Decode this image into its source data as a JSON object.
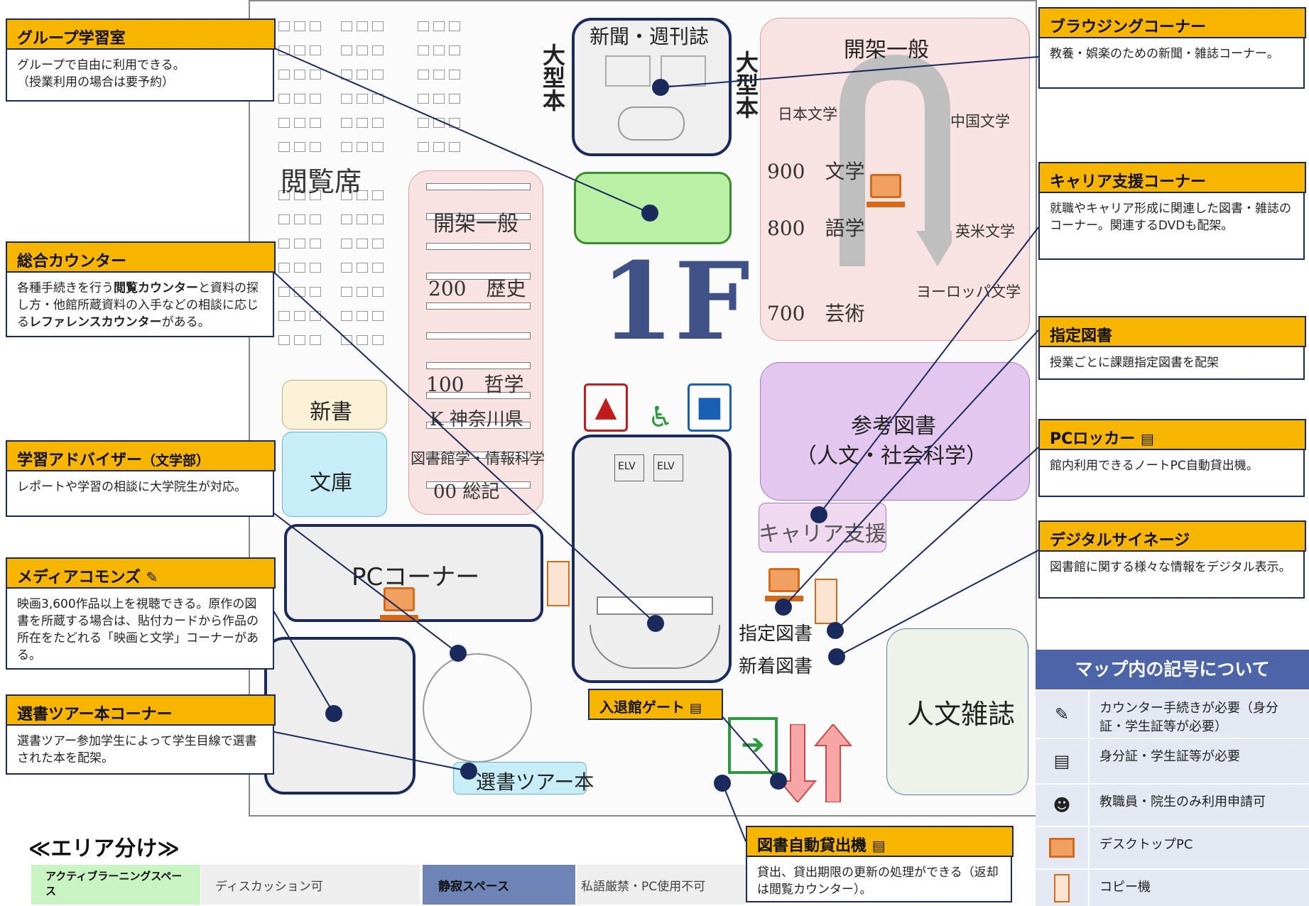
{
  "floor": {
    "floor_label": "1F",
    "zones": {
      "reading_seats": "閲覧席",
      "open_stacks_left": "開架一般",
      "open_stacks_right": "開架一般",
      "newspapers": "新聞・週刊誌",
      "oversize_left": "大型本",
      "oversize_right": "大型本",
      "shinsho": "新書",
      "bunko": "文庫",
      "pc_corner": "PCコーナー",
      "reference": "参考図書",
      "reference_sub": "（人文・社会科学）",
      "career": "キャリア支援",
      "designated": "指定図書",
      "new_arrivals": "新着図書",
      "humanities_journals": "人文雑誌",
      "book_tour": "選書ツアー本",
      "elv1": "ELV",
      "elv2": "ELV"
    },
    "shelf_labels_left": [
      "200　歴史",
      "100　哲学",
      "K 神奈川県",
      "図書館学・情報科学",
      "00 総記"
    ],
    "shelf_labels_right": [
      "日本文学",
      "中国文学",
      "900　文学",
      "800　語学",
      "英米文学",
      "ヨーロッパ文学",
      "700　芸術"
    ]
  },
  "callouts": {
    "group_study": {
      "title": "グループ学習室",
      "body": "グループで自由に利用できる。\n（授業利用の場合は要予約）"
    },
    "general_counter": {
      "title": "総合カウンター",
      "body_parts": [
        "各種手続きを行う",
        "閲覧カウンター",
        "と資料の探し方・他館所蔵資料の入手などの相談に応じる",
        "レファレンスカウンター",
        "がある。"
      ]
    },
    "advisor": {
      "title": "学習アドバイザー",
      "title_sub": "（文学部）",
      "body": "レポートや学習の相談に大学院生が対応。"
    },
    "media_commons": {
      "title": "メディアコモンズ",
      "body": "映画3,600作品以上を視聴できる。原作の図書を所蔵する場合は、貼付カードから作品の所在をたどれる「映画と文学」コーナーがある。"
    },
    "book_tour": {
      "title": "選書ツアー本コーナー",
      "body": "選書ツアー参加学生によって学生目線で選書された本を配架。"
    },
    "browsing": {
      "title": "ブラウジングコーナー",
      "body": "教養・娯楽のための新聞・雑誌コーナー。"
    },
    "career": {
      "title": "キャリア支援コーナー",
      "body": "就職やキャリア形成に関連した図書・雑誌のコーナー。関連するDVDも配架。"
    },
    "designated": {
      "title": "指定図書",
      "body": "授業ごとに課題指定図書を配架"
    },
    "pc_locker": {
      "title": "PCロッカー",
      "body": "館内利用できるノートPC自動貸出機。"
    },
    "signage": {
      "title": "デジタルサイネージ",
      "body": "図書館に関する様々な情報をデジタル表示。"
    },
    "gate": {
      "title": "入退館ゲート"
    },
    "auto_lending": {
      "title": "図書自動貸出機",
      "body": "貸出、貸出期限の更新の処理ができる（返却は閲覧カウンター）。"
    }
  },
  "legend": {
    "title": "マップ内の記号について",
    "rows": [
      {
        "icon": "counter-procedure-icon",
        "text": "カウンター手続きが必要（身分証・学生証等が必要）"
      },
      {
        "icon": "id-card-icon",
        "text": "身分証・学生証等が必要"
      },
      {
        "icon": "staff-only-icon",
        "text": "教職員・院生のみ利用申請可"
      },
      {
        "icon": "desktop-pc-icon",
        "text": "デスクトップPC"
      },
      {
        "icon": "copier-icon",
        "text": "コピー機"
      }
    ]
  },
  "areas": {
    "title": "≪エリア分け≫",
    "active": "アクティブラーニングスペース",
    "active_desc": "ディスカッション可",
    "quiet": "静寂スペース",
    "quiet_desc": "私語厳禁・PC使用不可"
  },
  "colors": {
    "callout_header": "#f7b500",
    "navy": "#1b2a5c",
    "open_stacks": "#f8e2e2",
    "reference": "#e3c7ee",
    "shinsho": "#fbf1d6",
    "bunko": "#c7eef8",
    "group_room": "#b9f0a6",
    "active_area": "#c9f3c2",
    "quiet_area": "#6f84b6",
    "legend_header": "#4d64a8"
  }
}
